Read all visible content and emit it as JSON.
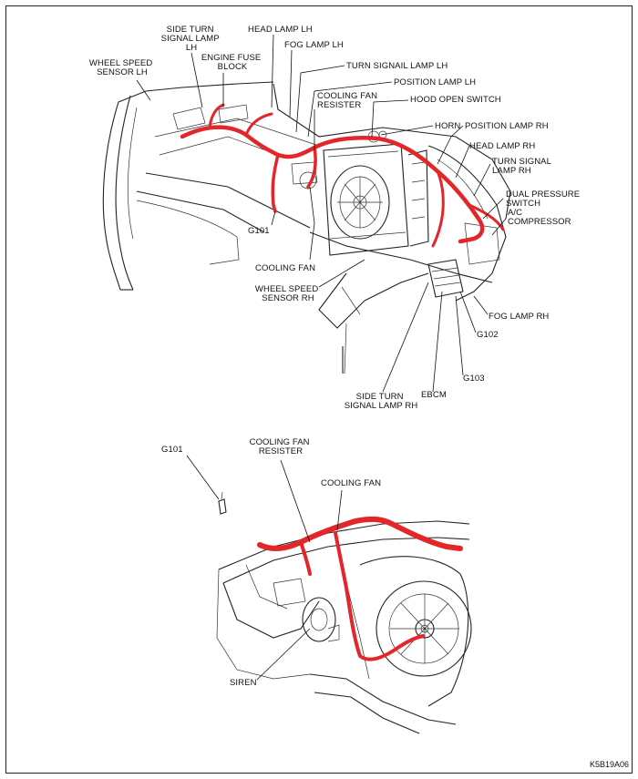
{
  "figure_code": "K5B19A06",
  "colors": {
    "harness": "#e3262a",
    "line": "#111111"
  },
  "top_view": {
    "labels": {
      "wheel_speed_sensor_lh": [
        "WHEEL SPEED",
        "SENSOR LH"
      ],
      "side_turn_signal_lamp_lh": [
        "SIDE TURN",
        "SIGNAL LAMP",
        "LH"
      ],
      "head_lamp_lh": "HEAD LAMP LH",
      "fog_lamp_lh": "FOG LAMP LH",
      "engine_fuse_block": [
        "ENGINE FUSE",
        "BLOCK"
      ],
      "turn_signal_lamp_lh": "TURN SIGNAIL LAMP LH",
      "position_lamp_lh": "POSITION LAMP LH",
      "cooling_fan_resister": [
        "COOLING FAN",
        "RESISTER"
      ],
      "hood_open_switch": "HOOD OPEN SWITCH",
      "horn": "HORN",
      "position_lamp_rh": "POSITION LAMP RH",
      "head_lamp_rh": "HEAD LAMP RH",
      "turn_signal_lamp_rh": [
        "TURN SIGNAL",
        "LAMP RH"
      ],
      "dual_pressure_switch": [
        "DUAL PRESSURE",
        "SWITCH"
      ],
      "ac_compressor": [
        "A/C",
        "COMPRESSOR"
      ],
      "g101": "G101",
      "cooling_fan": "COOLING FAN",
      "wheel_speed_sensor_rh": [
        "WHEEL SPEED",
        "SENSOR RH"
      ],
      "fog_lamp_rh": "FOG LAMP RH",
      "g102": "G102",
      "g103": "G103",
      "ebcm": "EBCM",
      "side_turn_signal_lamp_rh": [
        "SIDE TURN",
        "SIGNAL LAMP RH"
      ]
    }
  },
  "detail_view": {
    "labels": {
      "g101": "G101",
      "cooling_fan_resister": [
        "COOLING FAN",
        "RESISTER"
      ],
      "cooling_fan": "COOLING FAN",
      "siren": "SIREN"
    }
  }
}
